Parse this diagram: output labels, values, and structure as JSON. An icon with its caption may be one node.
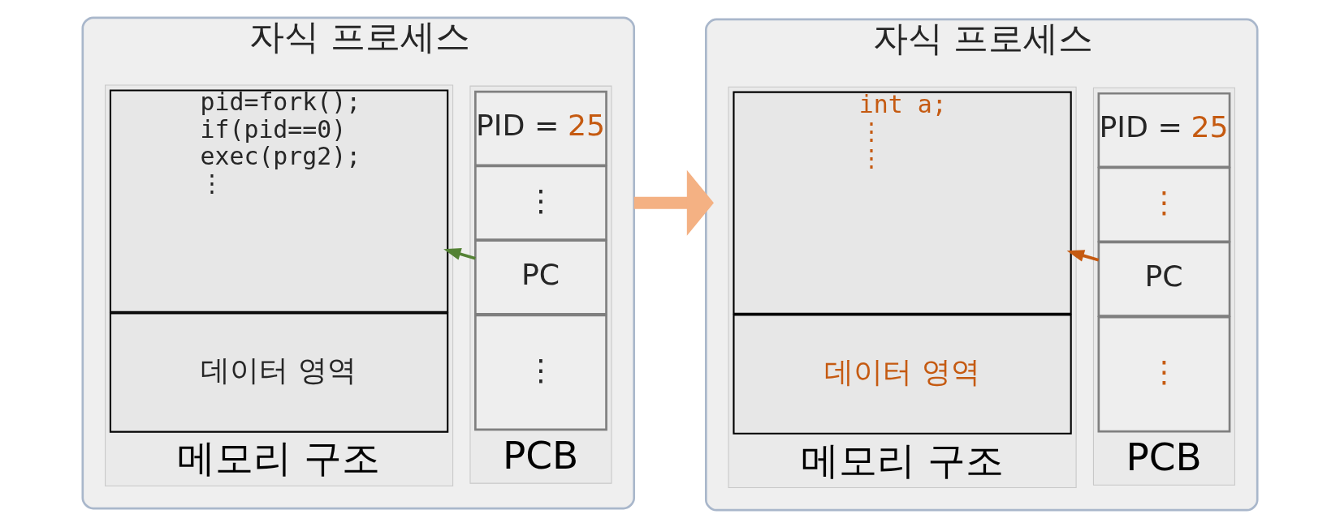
{
  "diagram": {
    "nodes": [
      {
        "text": [
          "자식 프로세스"
        ]
      },
      {
        "text": [
          "메모리 구조"
        ],
        "in": 0
      },
      {
        "text": [
          "pid=fork();",
          "if(pid==0)",
          "exec(prg2);",
          "⋮"
        ],
        "in": 1
      },
      {
        "text": [
          "데이터 영역"
        ],
        "in": 1
      },
      {
        "text": [
          "PCB"
        ],
        "in": 0
      },
      {
        "text": [
          "PID = 25"
        ],
        "in": 4
      },
      {
        "text": [
          "⋮"
        ],
        "in": 4
      },
      {
        "text": [
          "PC"
        ],
        "in": 4
      },
      {
        "text": [
          "⋮"
        ],
        "in": 4
      },
      {
        "text": [
          "자식 프로세스"
        ]
      },
      {
        "text": [
          "메모리 구조"
        ],
        "in": 9
      },
      {
        "text": [
          "int a;",
          "⋮",
          "⋮"
        ],
        "in": 10
      },
      {
        "text": [
          "데이터 영역"
        ],
        "in": 10
      },
      {
        "text": [
          "PCB"
        ],
        "in": 9
      },
      {
        "text": [
          "PID = 25"
        ],
        "in": 13
      },
      {
        "text": [
          "⋮"
        ],
        "in": 13
      },
      {
        "text": [
          "PC"
        ],
        "in": 13
      },
      {
        "text": [
          "⋮"
        ],
        "in": 13
      }
    ],
    "edges": [
      {
        "from": 7,
        "to": 2,
        "arrow": "to",
        "color": "#548235"
      },
      {
        "from": 0,
        "to": 9,
        "arrow": "to",
        "style": "thick",
        "color": "#f4b183"
      },
      {
        "from": 16,
        "to": 11,
        "arrow": "to",
        "color": "#c55a11"
      }
    ]
  }
}
